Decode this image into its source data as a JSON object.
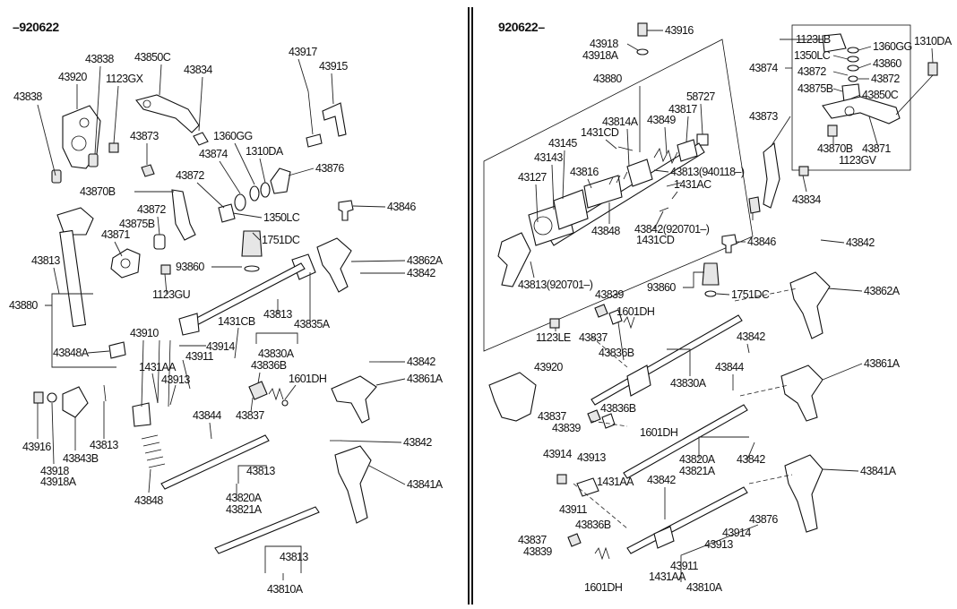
{
  "headers": {
    "left": "–920622",
    "right": "920622–"
  },
  "left_labels": [
    "43838",
    "43920",
    "43838",
    "43850C",
    "43834",
    "1123GX",
    "43873",
    "43917",
    "43915",
    "1360GG",
    "1310DA",
    "43874",
    "43876",
    "43872",
    "43870B",
    "1350LC",
    "43846",
    "43872",
    "43875B",
    "43871",
    "1751DC",
    "43813",
    "93860",
    "43862A",
    "43842",
    "1123GU",
    "43880",
    "43835A",
    "43813",
    "1431CB",
    "43910",
    "43914",
    "43911",
    "1431AA",
    "43913",
    "43830A",
    "43848A",
    "43836B",
    "1601DH",
    "43842",
    "43861A",
    "43837",
    "43844",
    "43916",
    "43813",
    "43843B",
    "43842",
    "43918",
    "43918A",
    "43848",
    "43813",
    "43841A",
    "43820A",
    "43821A",
    "43813",
    "43810A"
  ],
  "right_labels": [
    "43916",
    "43918",
    "43918A",
    "43880",
    "58727",
    "43814A",
    "43849",
    "43817",
    "1431CD",
    "43145",
    "43143",
    "43816",
    "43813(940118–)",
    "43127",
    "1431AC",
    "43848",
    "43842(920701–)",
    "1431CD",
    "43813(920701–)",
    "1123LE",
    "43846",
    "43842",
    "93860",
    "1751DC",
    "43839",
    "1601DH",
    "43837",
    "43862A",
    "43836B",
    "43842",
    "43830A",
    "43920",
    "43844",
    "43861A",
    "43836B",
    "43837",
    "43839",
    "1601DH",
    "43914",
    "43913",
    "1431AA",
    "43820A",
    "43821A",
    "43842",
    "43841A",
    "43911",
    "43842",
    "43836B",
    "43837",
    "43839",
    "43914",
    "43913",
    "43911",
    "1601DH",
    "1431AA",
    "43810A",
    "43876",
    "1123LB",
    "1310DA",
    "1360GG",
    "1350LC",
    "43860",
    "43874",
    "43872",
    "43872",
    "43875B",
    "43850C",
    "43873",
    "43870B",
    "43871",
    "1123GV",
    "43834"
  ]
}
